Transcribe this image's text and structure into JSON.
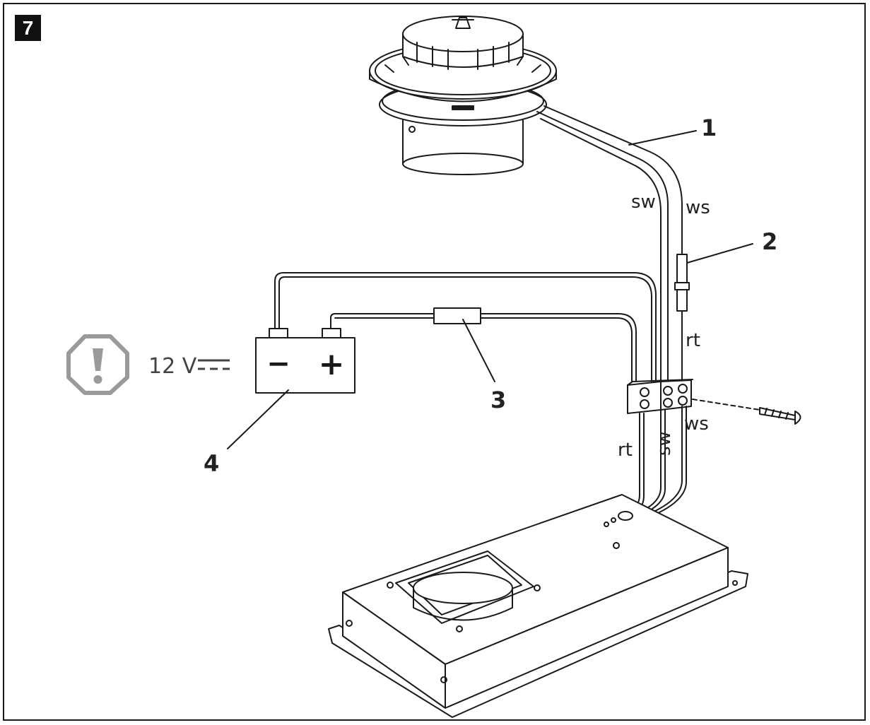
{
  "figure_number": "7",
  "callouts": [
    "1",
    "2",
    "3",
    "4"
  ],
  "wire_labels": {
    "cable_black": "sw",
    "cable_white": "ws",
    "fuse_red": "rt",
    "lower_red": "rt",
    "lower_black": "sw",
    "lower_white": "ws"
  },
  "voltage_label": "12 V",
  "battery_minus": "−",
  "battery_plus": "+",
  "icons": [
    "warning-octagon-icon",
    "dc-symbol-icon",
    "screw-icon"
  ],
  "colors": {
    "line": "#1a1a1a",
    "warning_gray": "#9a9a9a"
  }
}
